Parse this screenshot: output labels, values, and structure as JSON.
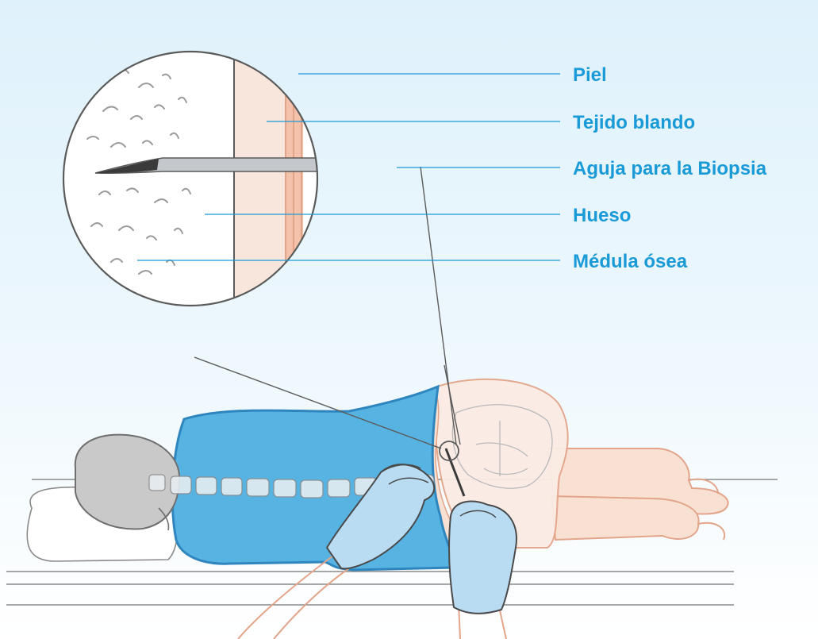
{
  "labels": {
    "skin": "Piel",
    "soft_tissue": "Tejido blando",
    "needle": "Aguja para la Biopsia",
    "bone": "Hueso",
    "marrow": "Médula ósea"
  },
  "colors": {
    "label_text": "#1a9ad7",
    "leader_line": "#1a9ad7",
    "outline": "#5b5b5b",
    "gown": "#56b3e2",
    "gown_edge": "#2f86bf",
    "skin": "#f8e0d2",
    "skin_edge": "#e3a58a",
    "glove": "#b9dcf3",
    "hair": "#c9c9c9",
    "needle": "#c4c8cc",
    "bone_speck": "#9a9a9a"
  }
}
